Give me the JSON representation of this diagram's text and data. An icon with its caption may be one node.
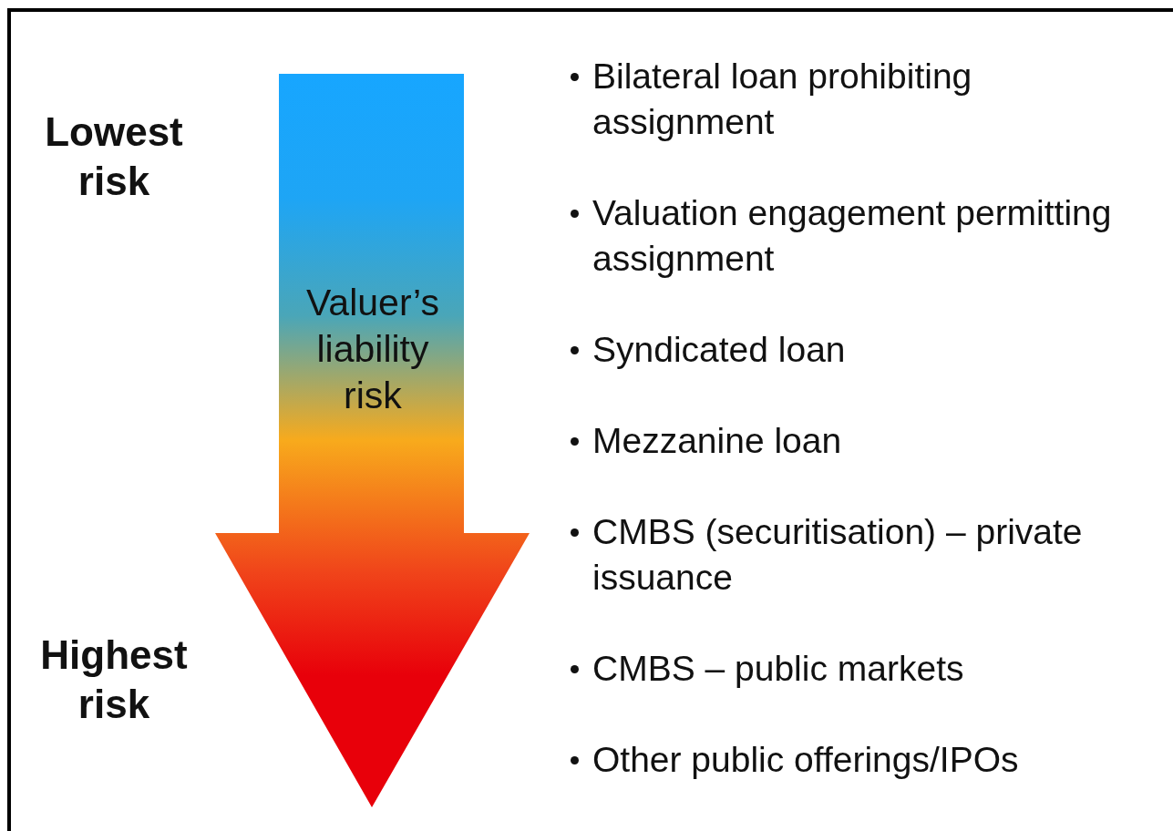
{
  "diagram": {
    "nodes": [
      {
        "text": [
          "Valuer’s liability risk"
        ]
      }
    ],
    "labels": [
      "Lowest risk",
      "Highest risk",
      "Bilateral loan prohibiting assignment",
      "Valuation engagement permitting assignment",
      "Syndicated loan",
      "Mezzanine loan",
      "CMBS (securitisation) – private issuance",
      "CMBS – public markets",
      "Other public offerings/IPOs"
    ]
  }
}
